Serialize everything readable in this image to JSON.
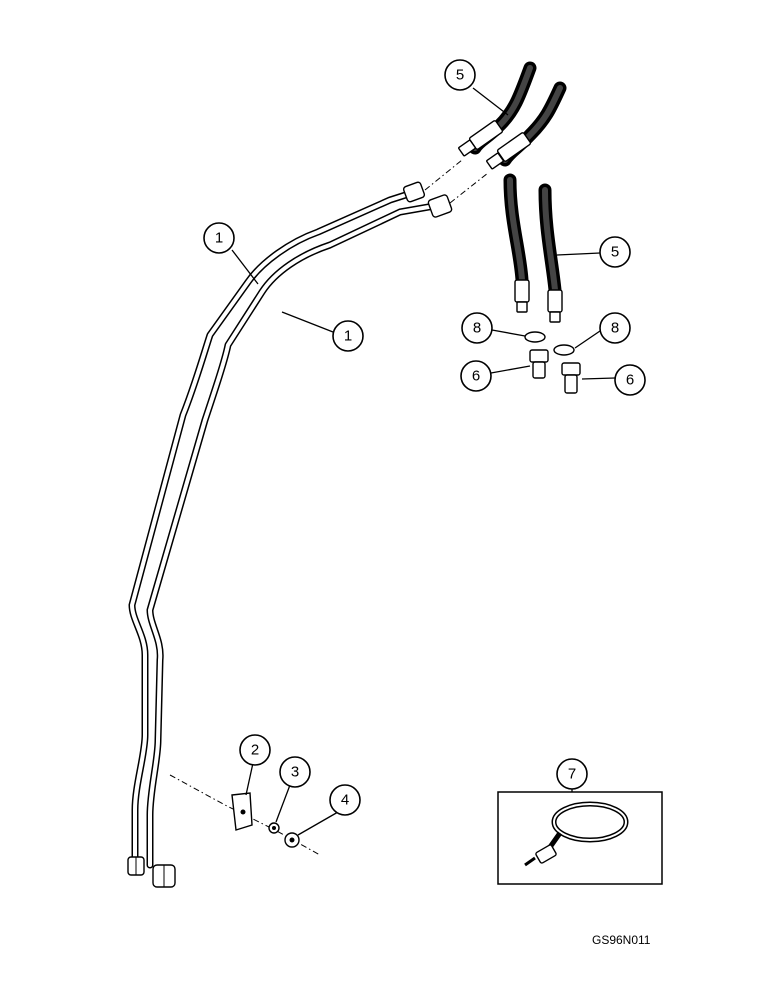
{
  "callouts": {
    "c1a": "1",
    "c1b": "1",
    "c2": "2",
    "c3": "3",
    "c4": "4",
    "c5a": "5",
    "c5b": "5",
    "c6a": "6",
    "c6b": "6",
    "c7": "7",
    "c8a": "8",
    "c8b": "8"
  },
  "figure_code": "GS96N011"
}
